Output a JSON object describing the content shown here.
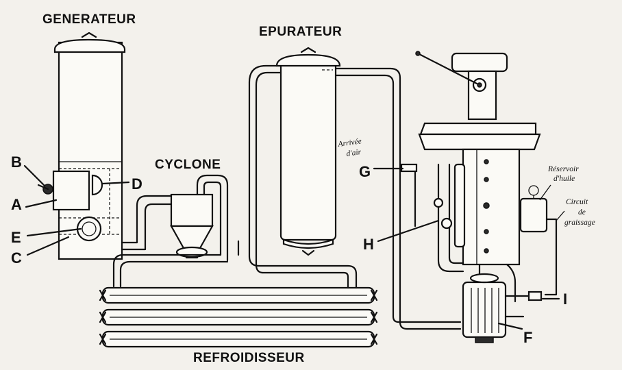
{
  "labels": {
    "generateur": "GENERATEUR",
    "epurateur": "EPURATEUR",
    "cyclone": "CYCLONE",
    "refroidisseur": "REFROIDISSEUR",
    "arrivee_air_1": "Arrivée",
    "arrivee_air_2": "d'air",
    "reservoir_1": "Réservoir",
    "reservoir_2": "d'huile",
    "circuit_1": "Circuit",
    "circuit_2": "de",
    "circuit_3": "graissage"
  },
  "letters": {
    "a": "A",
    "b": "B",
    "c": "C",
    "d": "D",
    "e": "E",
    "f": "F",
    "g": "G",
    "h": "H",
    "i": "I"
  },
  "colors": {
    "ink": "#111111",
    "paper": "#f3f1ec"
  }
}
